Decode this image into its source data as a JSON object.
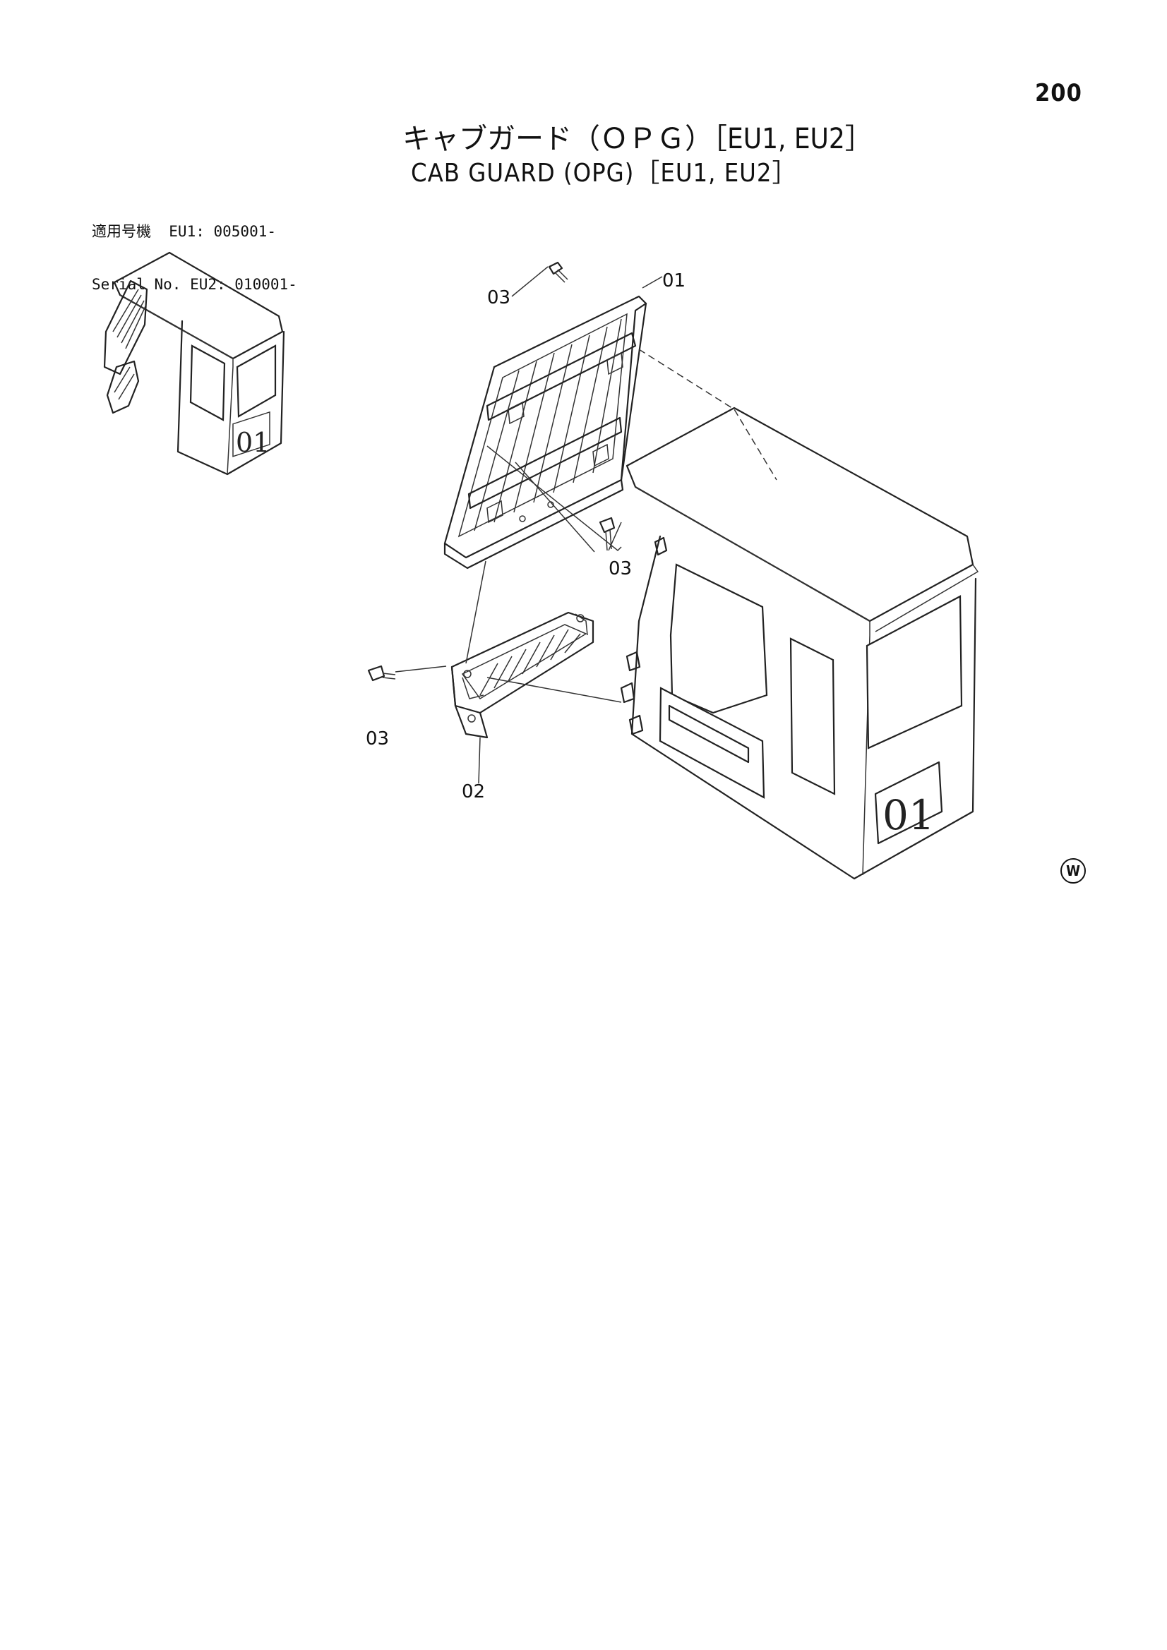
{
  "header": {
    "page_number": "200",
    "title_jp": "キャブガード（ＯＰＧ）［EU1, EU2］",
    "title_en": "CAB GUARD (OPG)［EU1, EU2］"
  },
  "serial": {
    "row1": "適用号機  EU1: 005001-",
    "row2": "Serial No. EU2: 010001-"
  },
  "callouts": {
    "c01": "01",
    "c02": "02",
    "c03_top": "03",
    "c03_mid": "03",
    "c03_left": "03"
  },
  "overview_label": "01",
  "cab_label": "01",
  "mark": "W"
}
